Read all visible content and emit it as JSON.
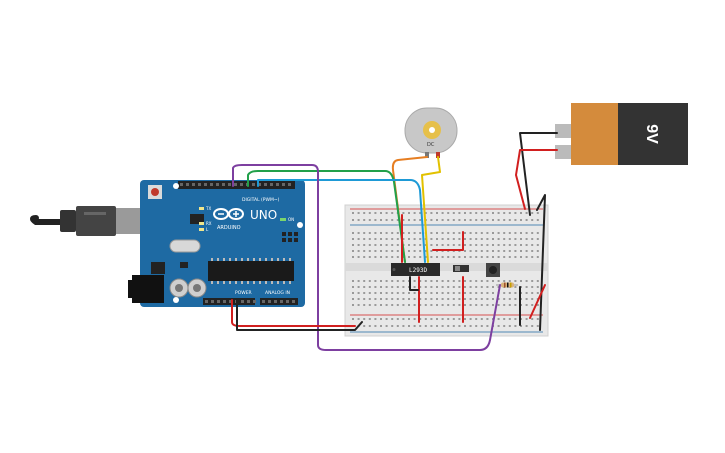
{
  "arduino": {
    "model": "UNO",
    "brand": "ARDUINO",
    "header_digital": "DIGITAL (PWM~)",
    "header_power": "POWER",
    "header_analog": "ANALOG IN",
    "led_tx": "TX",
    "led_rx": "RX",
    "led_on": "ON",
    "led_l": "L"
  },
  "driver_chip": {
    "label": "L293D"
  },
  "battery": {
    "label": "9V",
    "body_color": "#d48b3c",
    "cap_color": "#333333"
  },
  "motor": {
    "label": "DC"
  },
  "colors": {
    "board": "#1e6aa3",
    "breadboard": "#e8e8e8",
    "wire_red": "#d11f1f",
    "wire_black": "#222222",
    "wire_green": "#22a04a",
    "wire_blue": "#1e9ad6",
    "wire_orange": "#e67e22",
    "wire_yellow": "#e2c100",
    "wire_purple": "#7d3fa0"
  }
}
